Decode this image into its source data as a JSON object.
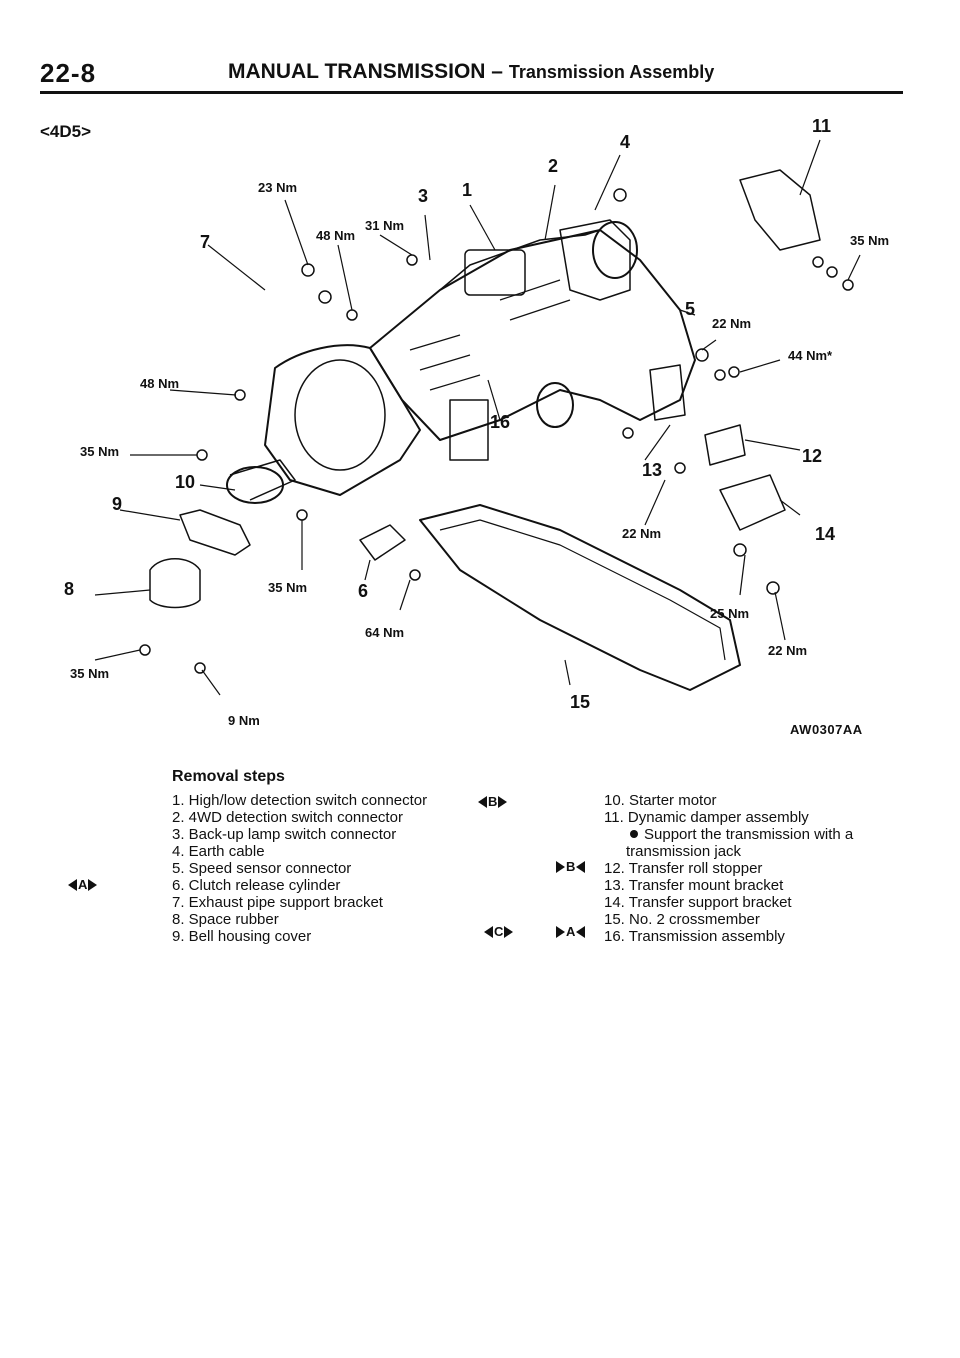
{
  "header": {
    "page_number": "22-8",
    "section_title": "MANUAL TRANSMISSION",
    "separator": "–",
    "subsection_title": "Transmission Assembly"
  },
  "variant": "<4D5>",
  "diagram": {
    "image_code": "AW0307AA",
    "callouts": {
      "c1": "1",
      "c2": "2",
      "c3": "3",
      "c4": "4",
      "c5": "5",
      "c6": "6",
      "c7": "7",
      "c8": "8",
      "c9": "9",
      "c10": "10",
      "c11": "11",
      "c12": "12",
      "c13": "13",
      "c14": "14",
      "c15": "15",
      "c16": "16"
    },
    "torques": {
      "t23": "23 Nm",
      "t48a": "48 Nm",
      "t31": "31 Nm",
      "t35a": "35 Nm",
      "t22a": "22 Nm",
      "t44": "44 Nm*",
      "t48b": "48 Nm",
      "t35b": "35 Nm",
      "t22b": "22 Nm",
      "t35c": "35 Nm",
      "t64": "64 Nm",
      "t25": "25 Nm",
      "t22c": "22 Nm",
      "t35d": "35 Nm",
      "t9": "9 Nm"
    }
  },
  "removal": {
    "title": "Removal steps",
    "left": [
      "1. High/low detection switch connector",
      "2. 4WD detection switch connector",
      "3. Back-up lamp switch connector",
      "4. Earth cable",
      "5. Speed sensor connector",
      "6. Clutch release cylinder",
      "7. Exhaust pipe support bracket",
      "8. Space rubber",
      "9. Bell housing cover"
    ],
    "right": {
      "s10": "10. Starter motor",
      "s11": "11. Dynamic damper assembly",
      "note_line1": "Support the transmission with a",
      "note_line2": "transmission jack",
      "s12": "12. Transfer roll stopper",
      "s13": "13. Transfer mount bracket",
      "s14": "14. Transfer support bracket",
      "s15": "15. No. 2 crossmember",
      "s16": "16. Transmission assembly"
    },
    "markers": {
      "A": "A",
      "B": "B",
      "C": "C"
    }
  }
}
